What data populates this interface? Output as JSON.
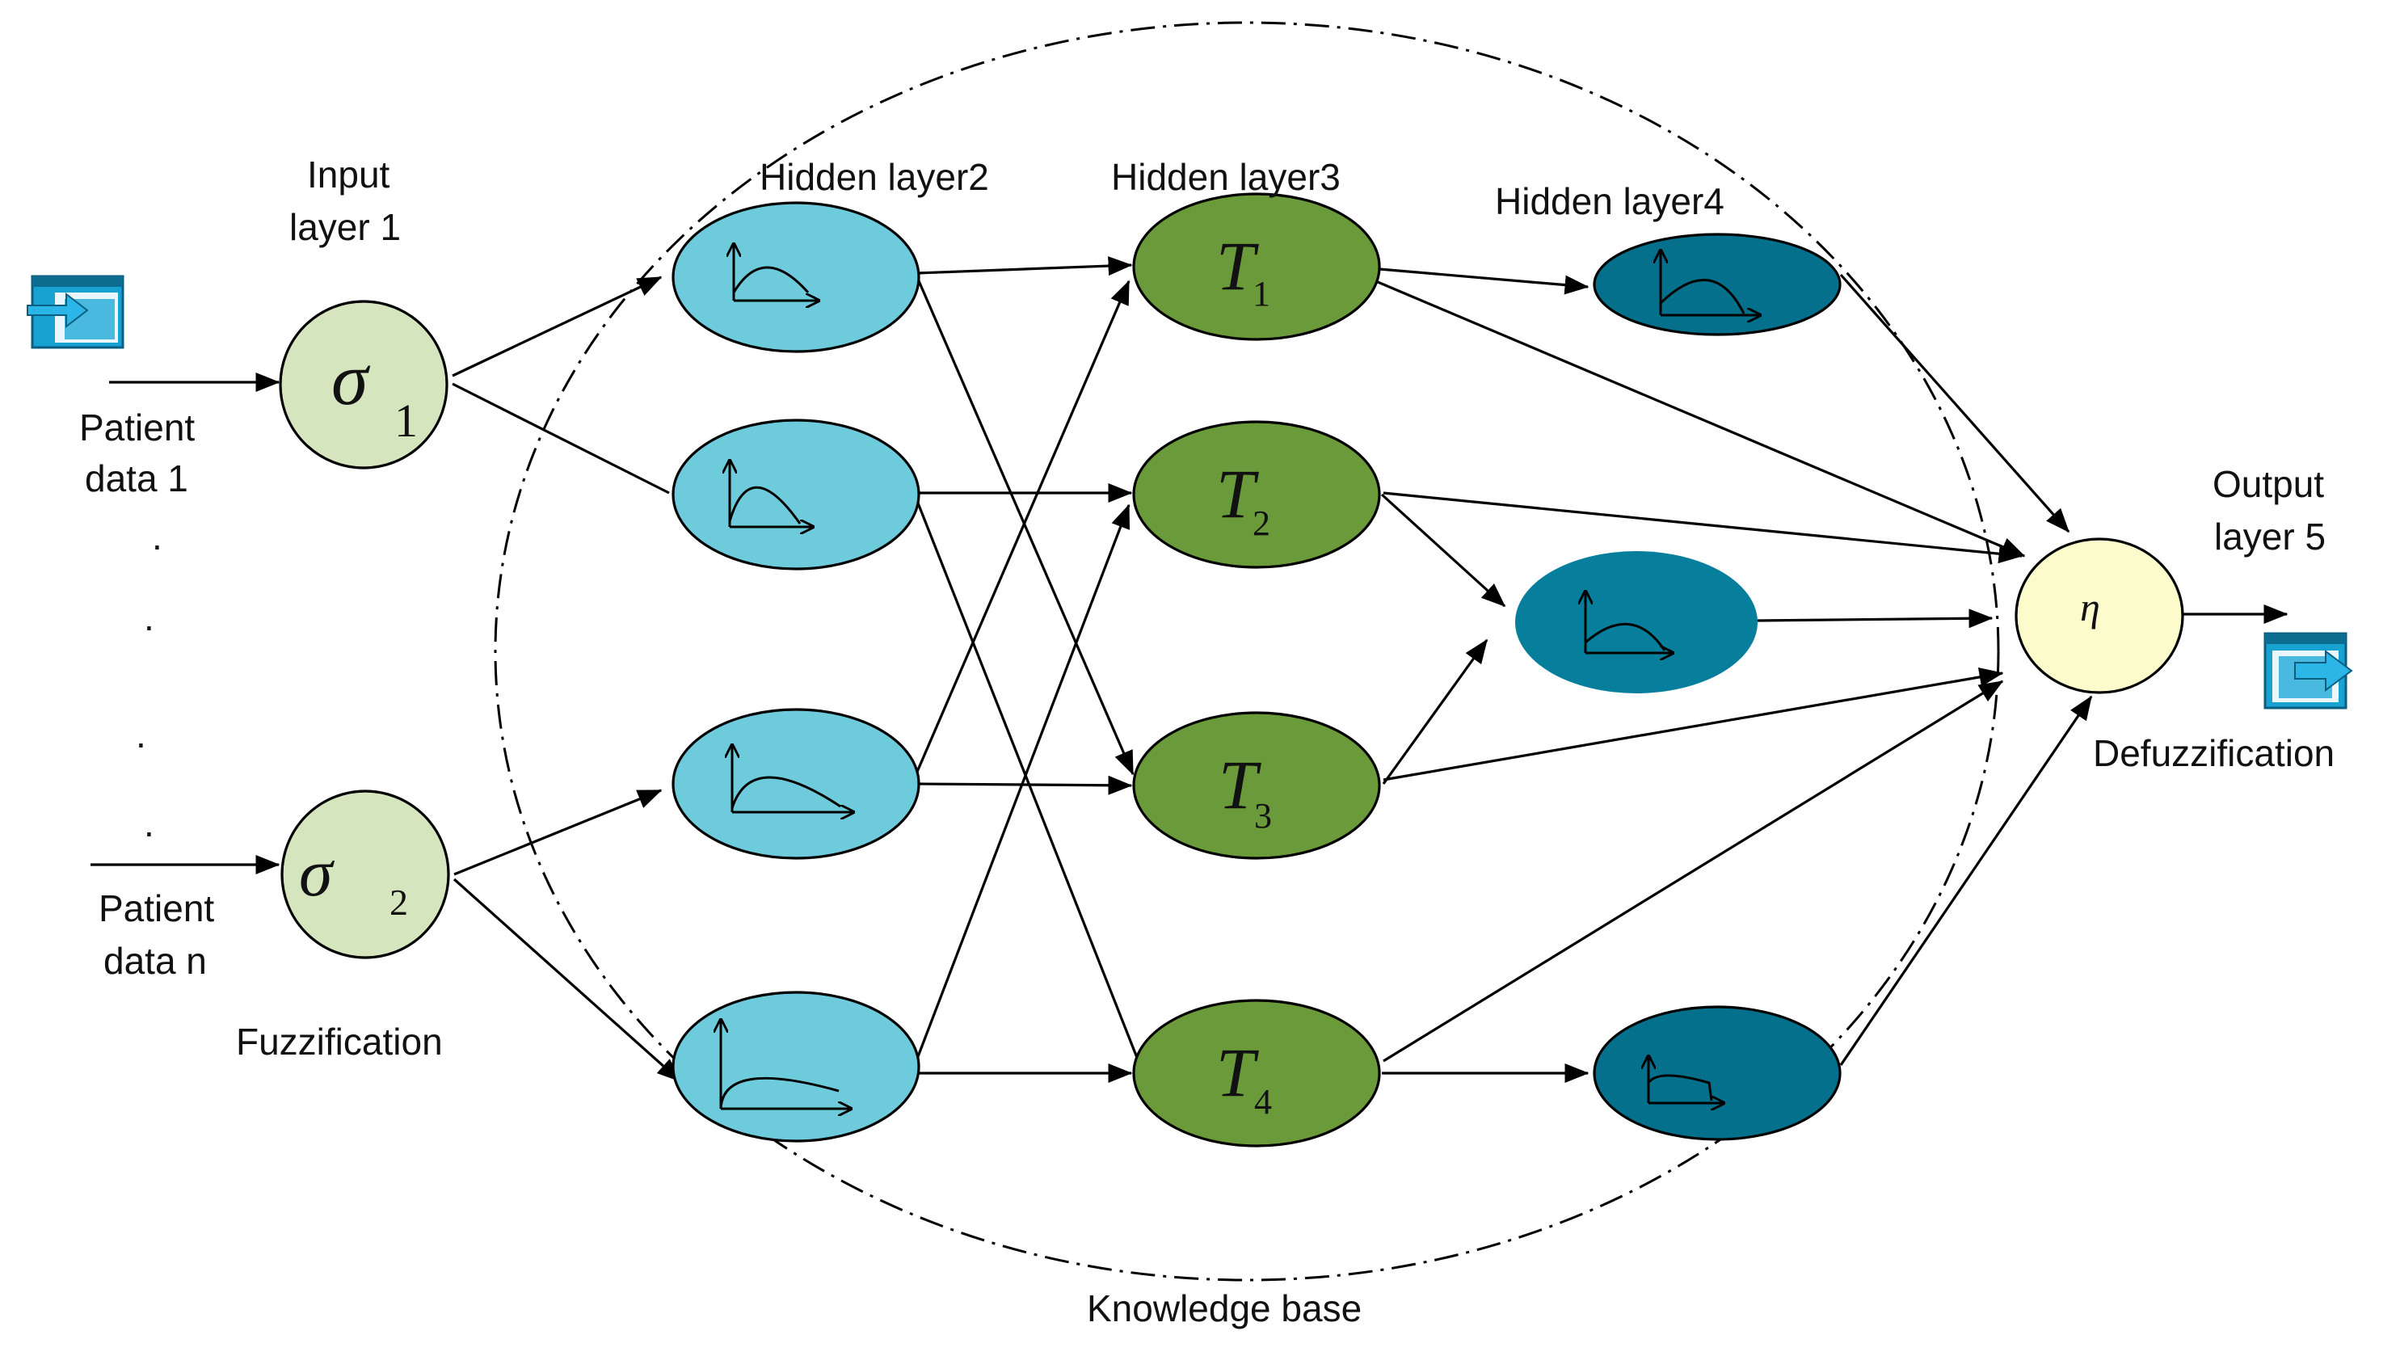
{
  "labels": {
    "input_layer_line1": "Input",
    "input_layer_line2": "layer 1",
    "hidden_layer2": "Hidden layer2",
    "hidden_layer3": "Hidden layer3",
    "hidden_layer4": "Hidden layer4",
    "output_layer_line1": "Output",
    "output_layer_line2": "layer 5",
    "patient1_line1": "Patient",
    "patient1_line2": "data 1",
    "patientn_line1": "Patient",
    "patientn_line2": "data n",
    "fuzzification": "Fuzzification",
    "defuzzification": "Defuzzification",
    "knowledge_base": "Knowledge base",
    "dot": "."
  },
  "nodes": {
    "sigma1": {
      "symbol": "σ",
      "sub": "1"
    },
    "sigma2": {
      "symbol": "σ",
      "sub": "2"
    },
    "t1": {
      "symbol": "T",
      "sub": "1"
    },
    "t2": {
      "symbol": "T",
      "sub": "2"
    },
    "t3": {
      "symbol": "T",
      "sub": "3"
    },
    "t4": {
      "symbol": "T",
      "sub": "4"
    },
    "eta": {
      "symbol": "η"
    }
  },
  "colors": {
    "input_node": "#d5e6bf",
    "hidden2_node": "#6ecbdc",
    "hidden3_node": "#6a9a3a",
    "hidden4_node": "#04708b",
    "hidden4_mid_node": "#077f9c",
    "output_node": "#fbfbcb",
    "io_icon": "#18a2d2"
  }
}
